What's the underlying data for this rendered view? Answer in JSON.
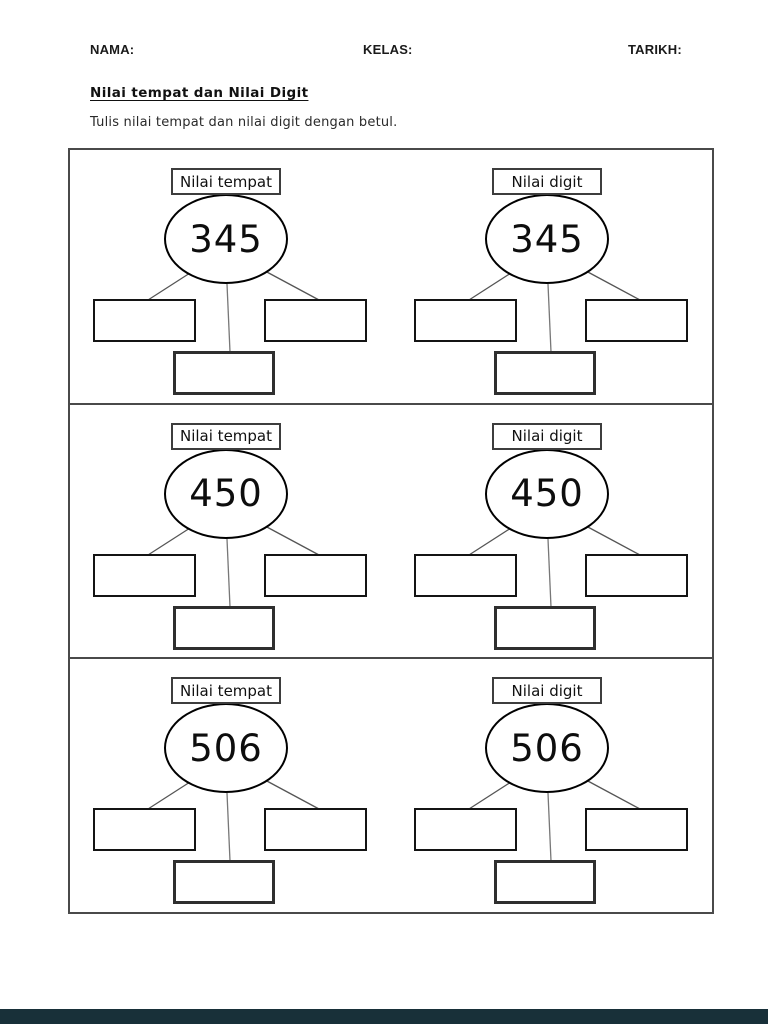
{
  "header": {
    "nama_label": "NAMA:",
    "kelas_label": "KELAS:",
    "tarikh_label": "TARIKH:"
  },
  "title": "Nilai tempat dan Nilai Digit",
  "instruction": "Tulis nilai tempat dan nilai digit dengan betul.",
  "sections": [
    {
      "number": "345",
      "left_label": "Nilai tempat",
      "right_label": "Nilai digit"
    },
    {
      "number": "450",
      "left_label": "Nilai tempat",
      "right_label": "Nilai digit"
    },
    {
      "number": "506",
      "left_label": "Nilai tempat",
      "right_label": "Nilai digit"
    }
  ],
  "page": {
    "footer_bar_color": "#183039",
    "border_color": "#4a4a4a",
    "ink_color": "#111111"
  }
}
